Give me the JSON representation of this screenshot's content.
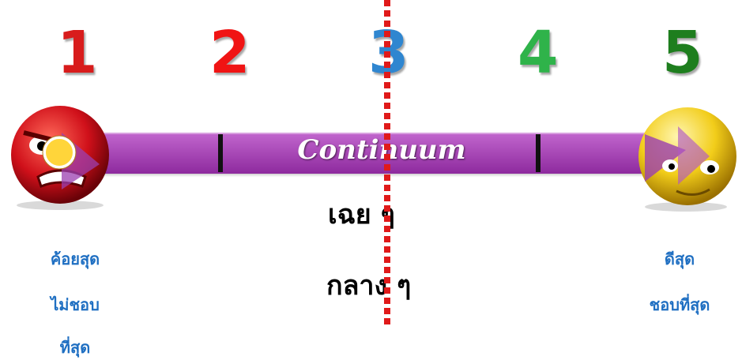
{
  "scale": {
    "points": [
      {
        "label": "1",
        "color": "#d81c1c"
      },
      {
        "label": "2",
        "color": "#f01414"
      },
      {
        "label": "3",
        "color": "#2f86d0"
      },
      {
        "label": "4",
        "color": "#2fb34a"
      },
      {
        "label": "5",
        "color": "#1e7e1e"
      }
    ],
    "bar_label": "Continuum",
    "bar_color": "#b158c4"
  },
  "middle": {
    "line1": "เฉย ๆ",
    "line2": "กลาง ๆ",
    "divider_color": "#e01a1a"
  },
  "left_label": {
    "line1": "ค้อยสุด",
    "line2": "ไม่ชอบ",
    "line3": "ที่สุด"
  },
  "right_label": {
    "line1": "ดีสุด",
    "line2": "ชอบที่สุด"
  },
  "icons": {
    "left": "angry-face-icon",
    "right": "happy-face-icon",
    "marker": "slider-marker-icon"
  }
}
